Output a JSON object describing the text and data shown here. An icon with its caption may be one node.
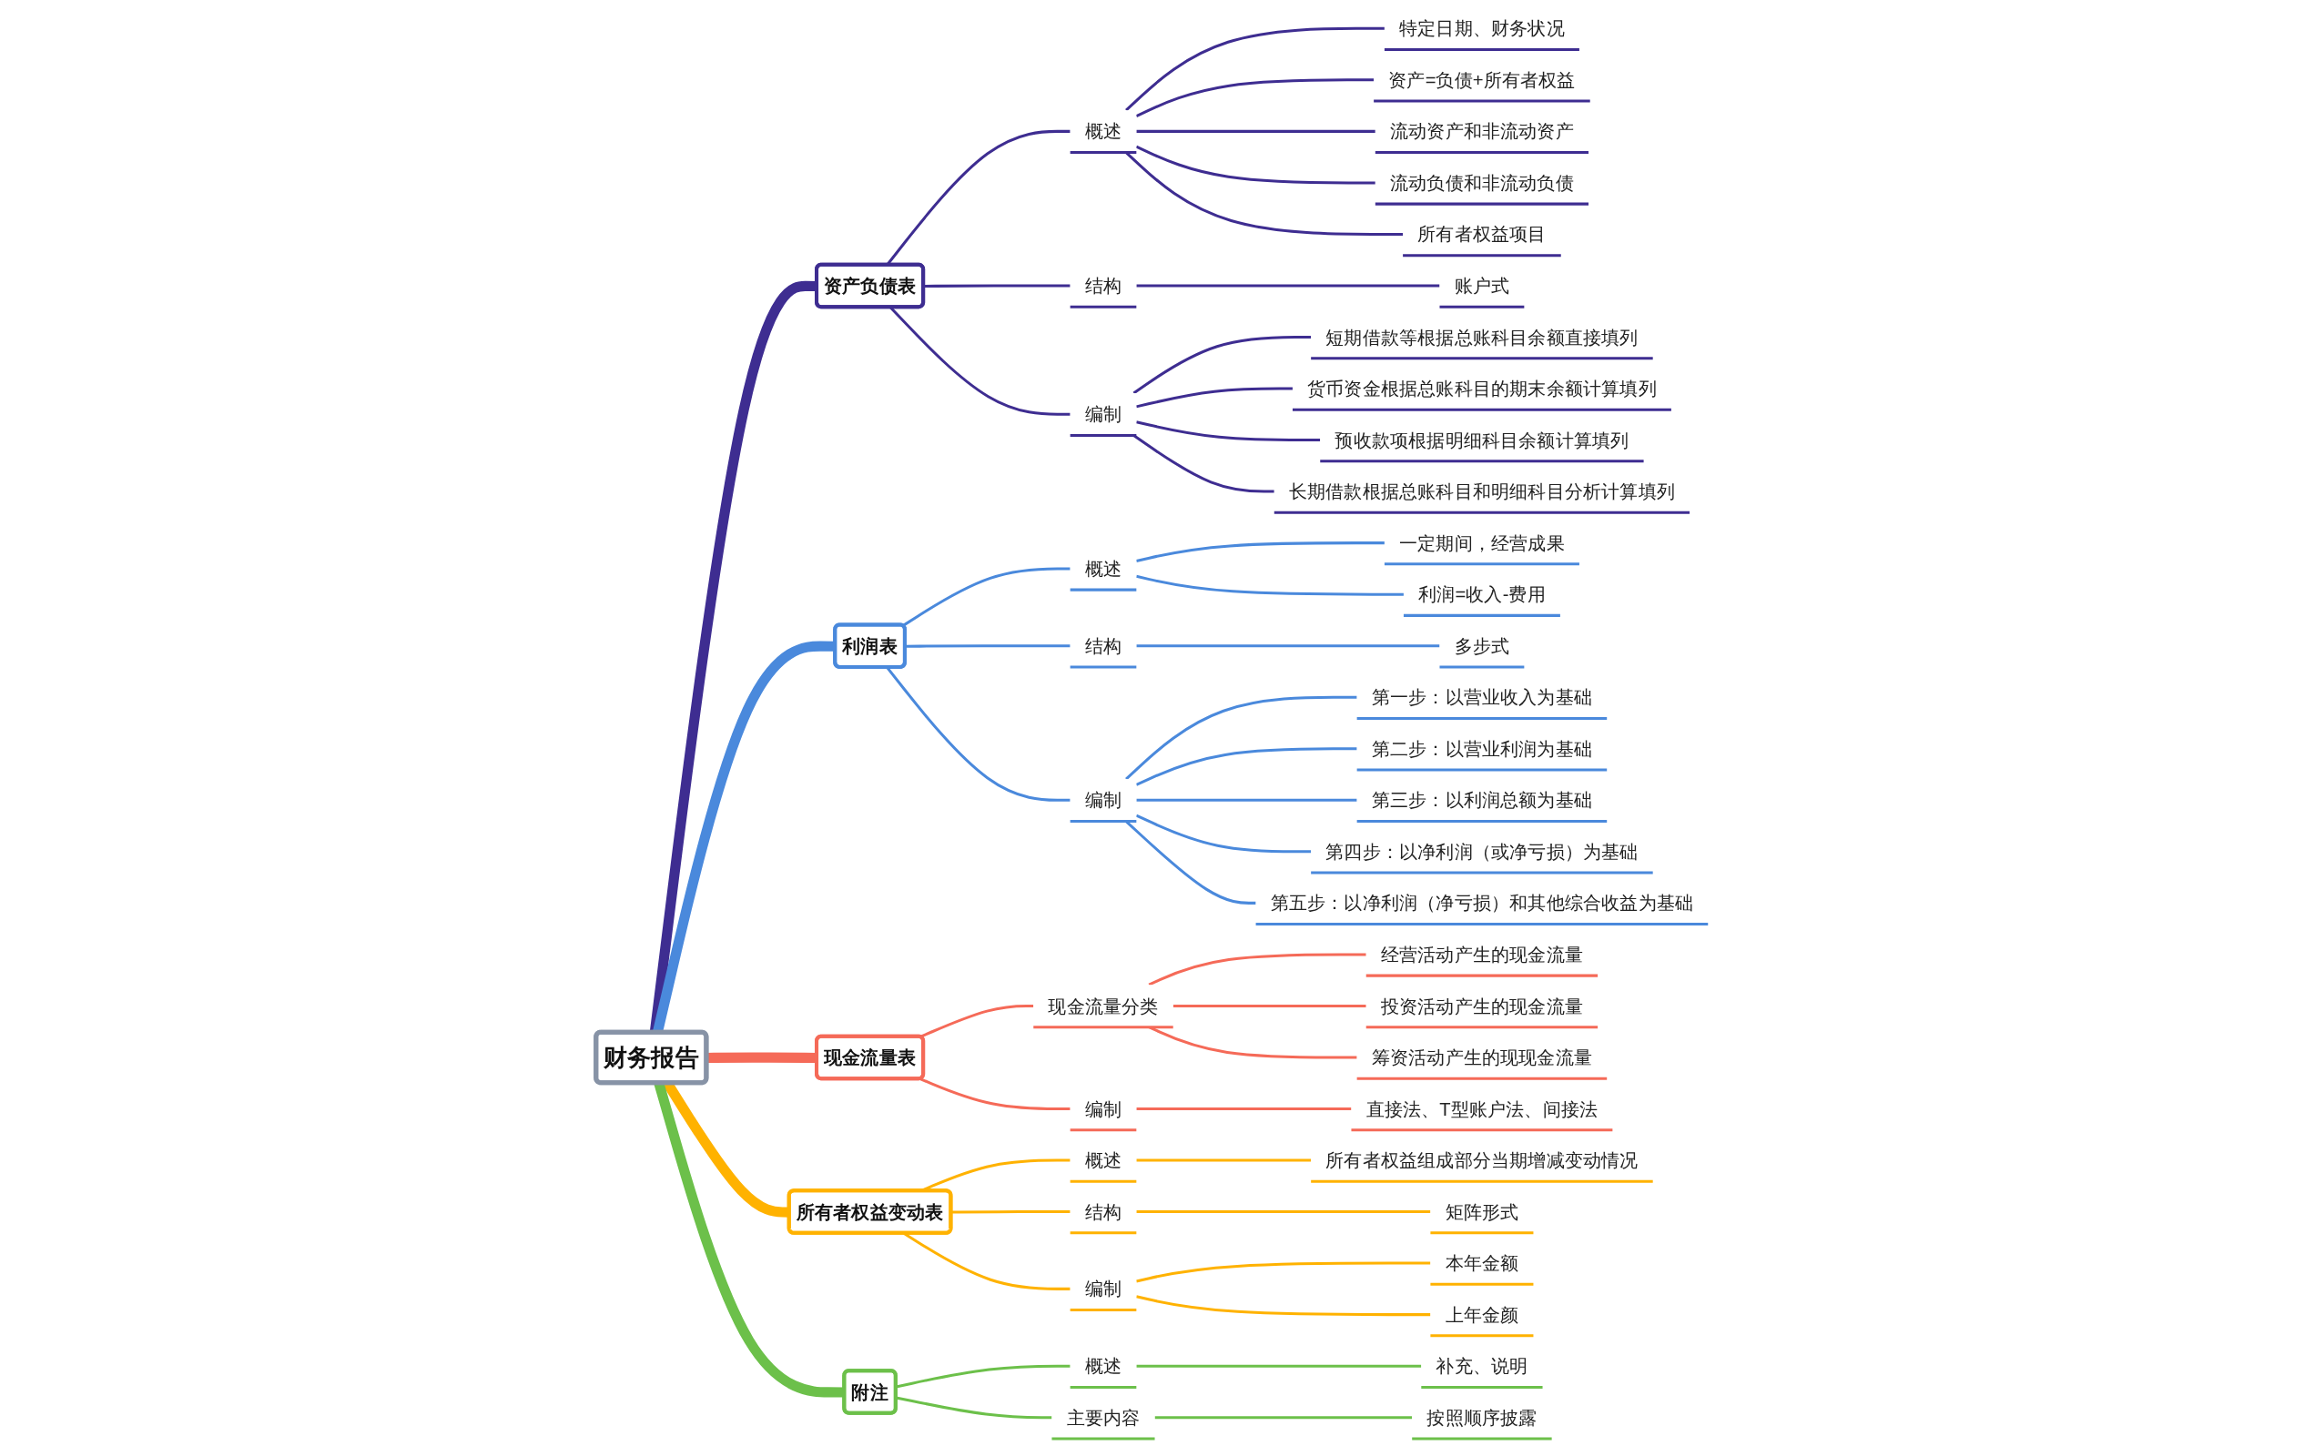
{
  "diagram": {
    "nodes": [
      {
        "text": [
          "财务报告"
        ]
      },
      {
        "text": [
          "资产负债表"
        ]
      },
      {
        "text": [
          "概述"
        ]
      },
      {
        "text": [
          "特定日期、财务状况"
        ]
      },
      {
        "text": [
          "资产=负债+所有者权益"
        ]
      },
      {
        "text": [
          "流动资产和非流动资产"
        ]
      },
      {
        "text": [
          "流动负债和非流动负债"
        ]
      },
      {
        "text": [
          "所有者权益项目"
        ]
      },
      {
        "text": [
          "结构"
        ]
      },
      {
        "text": [
          "账户式"
        ]
      },
      {
        "text": [
          "编制"
        ]
      },
      {
        "text": [
          "短期借款等根据总账科目余额直接填列"
        ]
      },
      {
        "text": [
          "货币资金根据总账科目的期末余额计算填列"
        ]
      },
      {
        "text": [
          "预收款项根据明细科目余额计算填列"
        ]
      },
      {
        "text": [
          "长期借款根据总账科目和明细科目分析计算填列"
        ]
      },
      {
        "text": [
          "利润表"
        ]
      },
      {
        "text": [
          "概述"
        ]
      },
      {
        "text": [
          "一定期间，经营成果"
        ]
      },
      {
        "text": [
          "利润=收入-费用"
        ]
      },
      {
        "text": [
          "结构"
        ]
      },
      {
        "text": [
          "多步式"
        ]
      },
      {
        "text": [
          "编制"
        ]
      },
      {
        "text": [
          "第一步：以营业收入为基础"
        ]
      },
      {
        "text": [
          "第二步：以营业利润为基础"
        ]
      },
      {
        "text": [
          "第三步：以利润总额为基础"
        ]
      },
      {
        "text": [
          "第四步：以净利润（或净亏损）为基础"
        ]
      },
      {
        "text": [
          "第五步：以净利润（净亏损）和其他综合收益为基础"
        ]
      },
      {
        "text": [
          "现金流量表"
        ]
      },
      {
        "text": [
          "现金流量分类"
        ]
      },
      {
        "text": [
          "经营活动产生的现金流量"
        ]
      },
      {
        "text": [
          "投资活动产生的现金流量"
        ]
      },
      {
        "text": [
          "筹资活动产生的现现金流量"
        ]
      },
      {
        "text": [
          "编制"
        ]
      },
      {
        "text": [
          "直接法、T型账户法、间接法"
        ]
      },
      {
        "text": [
          "所有者权益变动表"
        ]
      },
      {
        "text": [
          "概述"
        ]
      },
      {
        "text": [
          "所有者权益组成部分当期增减变动情况"
        ]
      },
      {
        "text": [
          "结构"
        ]
      },
      {
        "text": [
          "矩阵形式"
        ]
      },
      {
        "text": [
          "编制"
        ]
      },
      {
        "text": [
          "本年金额"
        ]
      },
      {
        "text": [
          "上年金颜"
        ]
      },
      {
        "text": [
          "附注"
        ]
      },
      {
        "text": [
          "概述"
        ]
      },
      {
        "text": [
          "补充、说明"
        ]
      },
      {
        "text": [
          "主要内容"
        ]
      },
      {
        "text": [
          "按照顺序披露"
        ]
      }
    ],
    "edges": [
      {
        "from": 0,
        "to": 1,
        "arrow": "none",
        "style": "thick"
      },
      {
        "from": 1,
        "to": 2,
        "arrow": "none"
      },
      {
        "from": 2,
        "to": 3,
        "arrow": "none"
      },
      {
        "from": 2,
        "to": 4,
        "arrow": "none"
      },
      {
        "from": 2,
        "to": 5,
        "arrow": "none"
      },
      {
        "from": 2,
        "to": 6,
        "arrow": "none"
      },
      {
        "from": 2,
        "to": 7,
        "arrow": "none"
      },
      {
        "from": 1,
        "to": 8,
        "arrow": "none"
      },
      {
        "from": 8,
        "to": 9,
        "arrow": "none"
      },
      {
        "from": 1,
        "to": 10,
        "arrow": "none"
      },
      {
        "from": 10,
        "to": 11,
        "arrow": "none"
      },
      {
        "from": 10,
        "to": 12,
        "arrow": "none"
      },
      {
        "from": 10,
        "to": 13,
        "arrow": "none"
      },
      {
        "from": 10,
        "to": 14,
        "arrow": "none"
      },
      {
        "from": 0,
        "to": 15,
        "arrow": "none",
        "style": "thick",
        "color": "#4a89dc"
      },
      {
        "from": 15,
        "to": 16,
        "arrow": "none",
        "color": "#4a89dc"
      },
      {
        "from": 16,
        "to": 17,
        "arrow": "none",
        "color": "#4a89dc"
      },
      {
        "from": 16,
        "to": 18,
        "arrow": "none",
        "color": "#4a89dc"
      },
      {
        "from": 15,
        "to": 19,
        "arrow": "none",
        "color": "#4a89dc"
      },
      {
        "from": 19,
        "to": 20,
        "arrow": "none",
        "color": "#4a89dc"
      },
      {
        "from": 15,
        "to": 21,
        "arrow": "none",
        "color": "#4a89dc"
      },
      {
        "from": 21,
        "to": 22,
        "arrow": "none",
        "color": "#4a89dc"
      },
      {
        "from": 21,
        "to": 23,
        "arrow": "none",
        "color": "#4a89dc"
      },
      {
        "from": 21,
        "to": 24,
        "arrow": "none",
        "color": "#4a89dc"
      },
      {
        "from": 21,
        "to": 25,
        "arrow": "none",
        "color": "#4a89dc"
      },
      {
        "from": 21,
        "to": 26,
        "arrow": "none",
        "color": "#4a89dc"
      },
      {
        "from": 0,
        "to": 27,
        "arrow": "none",
        "style": "thick",
        "color": "#f56a58"
      },
      {
        "from": 27,
        "to": 28,
        "arrow": "none",
        "color": "#f56a58"
      },
      {
        "from": 28,
        "to": 29,
        "arrow": "none",
        "color": "#f56a58"
      },
      {
        "from": 28,
        "to": 30,
        "arrow": "none",
        "color": "#f56a58"
      },
      {
        "from": 28,
        "to": 31,
        "arrow": "none",
        "color": "#f56a58"
      },
      {
        "from": 27,
        "to": 32,
        "arrow": "none",
        "color": "#f56a58"
      },
      {
        "from": 32,
        "to": 33,
        "arrow": "none",
        "color": "#f56a58"
      },
      {
        "from": 0,
        "to": 34,
        "arrow": "none",
        "style": "thick",
        "color": "#ffb200"
      },
      {
        "from": 34,
        "to": 35,
        "arrow": "none",
        "color": "#ffb200"
      },
      {
        "from": 35,
        "to": 36,
        "arrow": "none",
        "color": "#ffb200"
      },
      {
        "from": 34,
        "to": 37,
        "arrow": "none",
        "color": "#ffb200"
      },
      {
        "from": 37,
        "to": 38,
        "arrow": "none",
        "color": "#ffb200"
      },
      {
        "from": 34,
        "to": 39,
        "arrow": "none",
        "color": "#ffb200"
      },
      {
        "from": 39,
        "to": 40,
        "arrow": "none",
        "color": "#ffb200"
      },
      {
        "from": 39,
        "to": 41,
        "arrow": "none",
        "color": "#ffb200"
      },
      {
        "from": 0,
        "to": 42,
        "arrow": "none",
        "style": "thick",
        "color": "#6cc04a"
      },
      {
        "from": 42,
        "to": 43,
        "arrow": "none",
        "color": "#6cc04a"
      },
      {
        "from": 43,
        "to": 44,
        "arrow": "none",
        "color": "#6cc04a"
      },
      {
        "from": 42,
        "to": 45,
        "arrow": "none",
        "color": "#6cc04a"
      },
      {
        "from": 45,
        "to": 46,
        "arrow": "none",
        "color": "#6cc04a"
      }
    ]
  }
}
